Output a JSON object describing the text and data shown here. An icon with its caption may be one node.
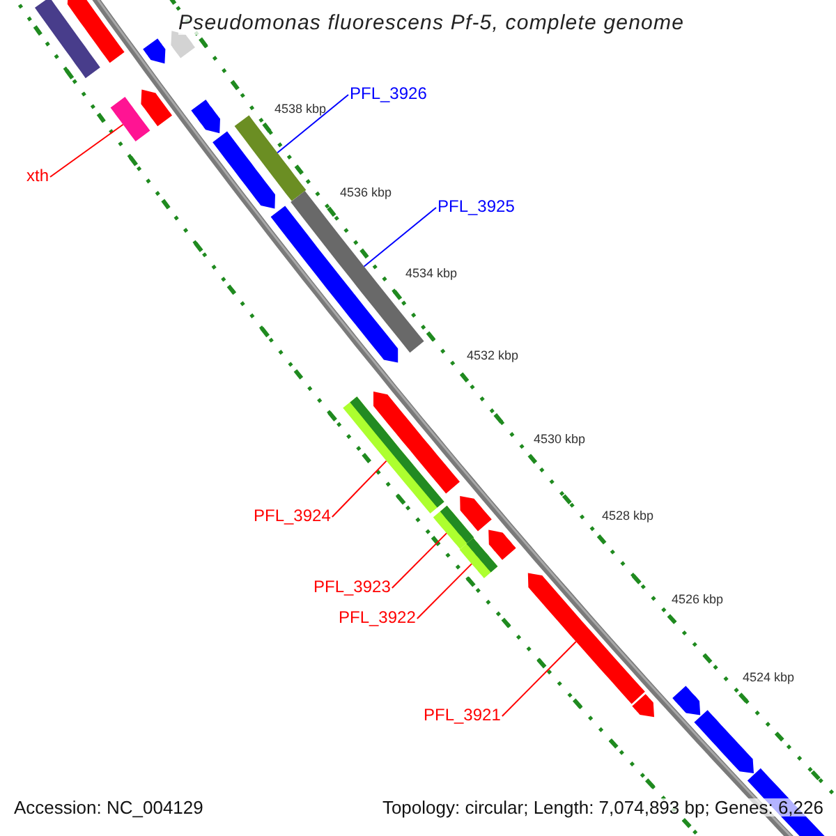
{
  "diagram": {
    "title": "Pseudomonas fluorescens Pf-5, complete genome",
    "nodes": [
      {
        "text": [
          "PFL_3926"
        ]
      },
      {
        "text": [],
        "shape": "bar"
      },
      {
        "text": [
          "xth"
        ]
      },
      {
        "text": [],
        "shape": "bar"
      },
      {
        "text": [
          "PFL_3925"
        ]
      },
      {
        "text": [],
        "shape": "bar"
      },
      {
        "text": [
          "PFL_3924"
        ]
      },
      {
        "text": [],
        "shape": "bar"
      },
      {
        "text": [
          "PFL_3923"
        ]
      },
      {
        "text": [],
        "shape": "bar"
      },
      {
        "text": [
          "PFL_3922"
        ]
      },
      {
        "text": [],
        "shape": "bar"
      },
      {
        "text": [
          "PFL_3921"
        ]
      },
      {
        "text": [],
        "shape": "bar"
      },
      {
        "text": [],
        "shape": "bar"
      },
      {
        "text": [],
        "shape": "bar"
      },
      {
        "text": [],
        "shape": "bar"
      },
      {
        "text": [],
        "shape": "bar"
      },
      {
        "text": [],
        "shape": "bar"
      },
      {
        "text": [],
        "shape": "bar"
      },
      {
        "text": [],
        "shape": "bar"
      },
      {
        "text": [],
        "shape": "bar"
      },
      {
        "text": [],
        "shape": "bar"
      },
      {
        "text": [],
        "shape": "bar"
      },
      {
        "text": [],
        "shape": "bar"
      },
      {
        "text": [],
        "shape": "bar"
      },
      {
        "text": [],
        "shape": "bar"
      },
      {
        "text": [],
        "shape": "bar"
      },
      {
        "text": [],
        "shape": "bar"
      }
    ],
    "edges": [
      {
        "from": 0,
        "to": 1,
        "arrow": "none",
        "color": "#0000ff"
      },
      {
        "from": 2,
        "to": 3,
        "arrow": "none"
      },
      {
        "from": 4,
        "to": 5,
        "arrow": "none",
        "color": "#0000ff"
      },
      {
        "from": 6,
        "to": 7,
        "arrow": "none"
      },
      {
        "from": 8,
        "to": 9,
        "arrow": "none"
      },
      {
        "from": 10,
        "to": 11,
        "arrow": "none"
      },
      {
        "from": 12,
        "to": 13,
        "arrow": "none"
      }
    ],
    "labels": [
      "4538 kbp",
      "4536 kbp",
      "4534 kbp",
      "4532 kbp",
      "4530 kbp",
      "4528 kbp",
      "4526 kbp",
      "4524 kbp",
      "Accession: NC_004129",
      "Topology: circular; Length: 7,074,893 bp; Genes: 6,226"
    ]
  }
}
